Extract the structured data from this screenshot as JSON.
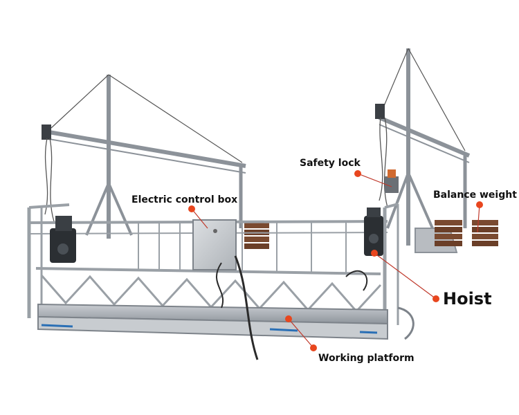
{
  "labels": {
    "safety_lock": "Safety lock",
    "electric_control_box": "Electric control box",
    "balance_weight": "Balance weight",
    "hoist": "Hoist",
    "working_platform": "Working platform"
  },
  "colors": {
    "marker": "#e8461e",
    "leader": "#c0392b",
    "steel": "#a9aeb4",
    "steel_dark": "#7d838a",
    "motor": "#2b2f33",
    "counterweight": "#7a4a30",
    "cable": "#2a2a2a"
  },
  "icons": {
    "marker": "callout-dot-icon"
  }
}
